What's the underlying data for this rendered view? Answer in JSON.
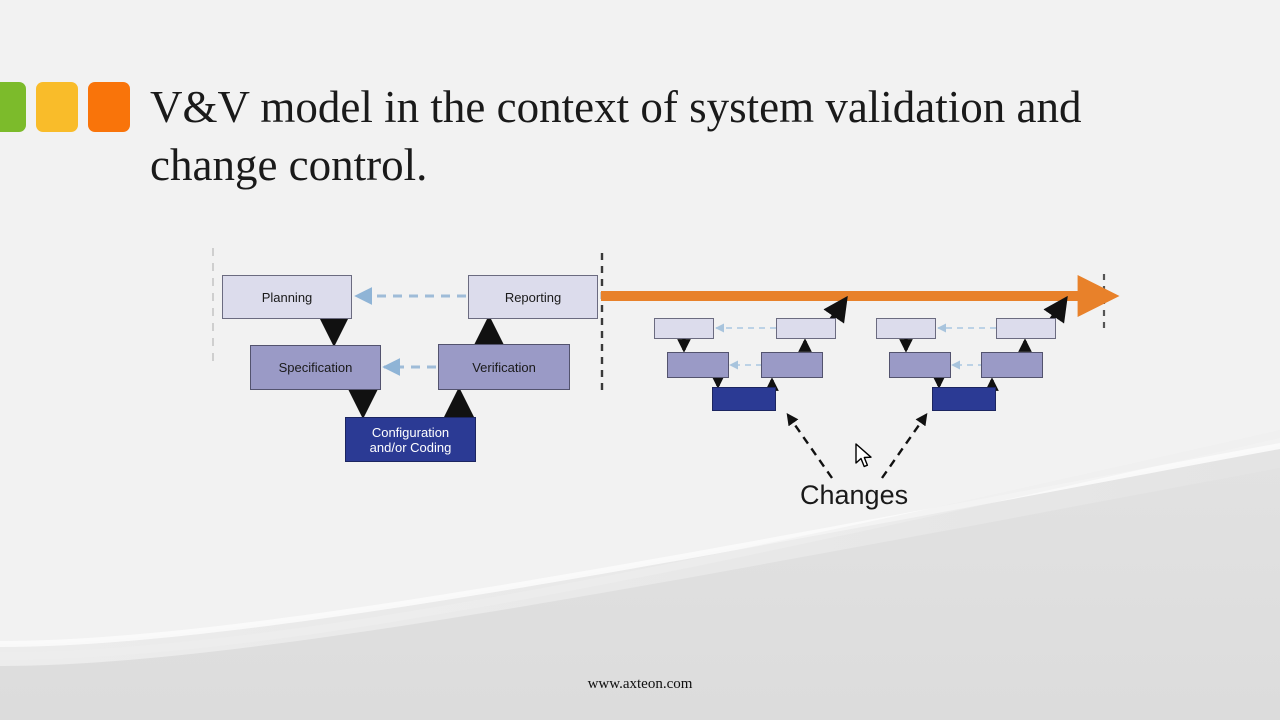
{
  "slide": {
    "background_color": "#f2f2f2",
    "title": "V&V model in the context of system validation and change control.",
    "footer": "www.axteon.com"
  },
  "accent_squares": [
    {
      "name": "green",
      "color": "#7cbb2b"
    },
    {
      "name": "yellow",
      "color": "#f9bc2a"
    },
    {
      "name": "orange",
      "color": "#f9740a"
    }
  ],
  "palette": {
    "light_box": "#dcdcec",
    "mid_box": "#9a9ac6",
    "dark_box": "#2b3a94",
    "orange_arrow": "#e8812a",
    "dashed_connector": "#9fbcd8",
    "black_arrow": "#111111",
    "divider": "#3a3a3a"
  },
  "diagram": {
    "v_model": {
      "boxes": [
        {
          "id": "planning",
          "label": "Planning",
          "style": "light"
        },
        {
          "id": "reporting",
          "label": "Reporting",
          "style": "light"
        },
        {
          "id": "specification",
          "label": "Specification",
          "style": "mid"
        },
        {
          "id": "verification",
          "label": "Verification",
          "style": "mid"
        },
        {
          "id": "configuration",
          "label": "Configuration and/or Coding",
          "label_line1": "Configuration",
          "label_line2": "and/or Coding",
          "style": "dark"
        }
      ]
    },
    "change_cycles": {
      "count": 2,
      "boxes_per_cycle": 5,
      "annotation": "Changes"
    },
    "timeline": {
      "label": "",
      "direction": "left-to-right"
    }
  }
}
